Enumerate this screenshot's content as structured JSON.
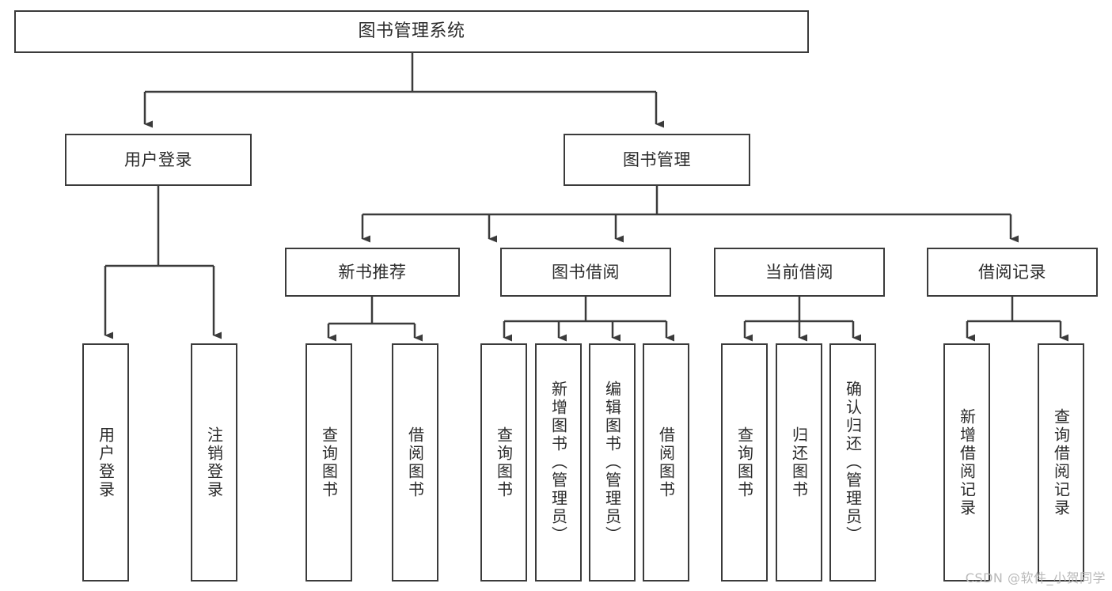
{
  "diagram": {
    "title": "图书管理系统",
    "type": "tree-hierarchy",
    "orientation": "top-down",
    "colors": {
      "stroke": "#3b3b3b",
      "fill": "#ffffff",
      "text": "#2b2b2b",
      "watermark": "#b9b9b9"
    },
    "nodes": {
      "root": {
        "label": "图书管理系统"
      },
      "level2": [
        {
          "id": "user-login",
          "label": "用户登录"
        },
        {
          "id": "book-manage",
          "label": "图书管理"
        }
      ],
      "level3": [
        {
          "id": "new-book-recommend",
          "label": "新书推荐"
        },
        {
          "id": "book-borrow",
          "label": "图书借阅"
        },
        {
          "id": "current-borrow",
          "label": "当前借阅"
        },
        {
          "id": "borrow-record",
          "label": "借阅记录"
        }
      ],
      "leaves": {
        "user-login": [
          {
            "id": "leaf-user-login",
            "label": "用户登录"
          },
          {
            "id": "leaf-user-logout",
            "label": "注销登录"
          }
        ],
        "new-book-recommend": [
          {
            "id": "leaf-query-book-1",
            "label": "查询图书"
          },
          {
            "id": "leaf-borrow-book-1",
            "label": "借阅图书"
          }
        ],
        "book-borrow": [
          {
            "id": "leaf-query-book-2",
            "label": "查询图书"
          },
          {
            "id": "leaf-add-book",
            "label": "新增图书（管理员）"
          },
          {
            "id": "leaf-edit-book",
            "label": "编辑图书（管理员）"
          },
          {
            "id": "leaf-borrow-book-2",
            "label": "借阅图书"
          }
        ],
        "current-borrow": [
          {
            "id": "leaf-query-book-3",
            "label": "查询图书"
          },
          {
            "id": "leaf-return-book",
            "label": "归还图书"
          },
          {
            "id": "leaf-confirm-return",
            "label": "确认归还（管理员）"
          }
        ],
        "borrow-record": [
          {
            "id": "leaf-add-record",
            "label": "新增借阅记录"
          },
          {
            "id": "leaf-query-record",
            "label": "查询借阅记录"
          }
        ]
      }
    }
  },
  "watermark": {
    "text": "CSDN @软件_小贺同学"
  }
}
